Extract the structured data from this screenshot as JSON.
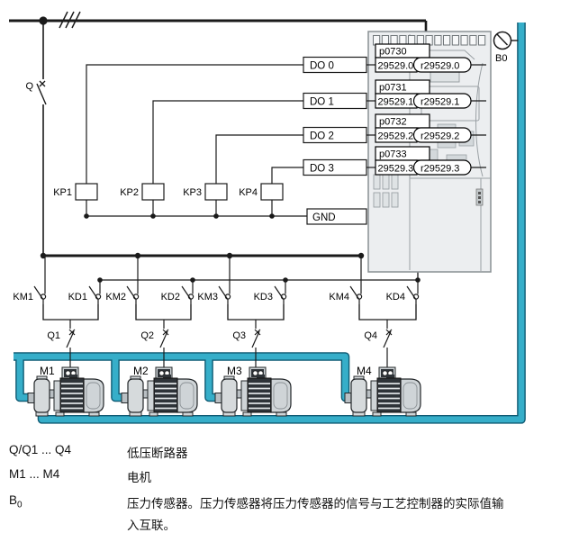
{
  "diagram": {
    "source_breaker_label": "Q",
    "relays": [
      {
        "label": "KP1"
      },
      {
        "label": "KP2"
      },
      {
        "label": "KP3"
      },
      {
        "label": "KP4"
      }
    ],
    "do_channels": [
      {
        "label": "DO 0",
        "param": "p0730",
        "value": "29529.0",
        "feedback": "r29529.0"
      },
      {
        "label": "DO 1",
        "param": "p0731",
        "value": "29529.1",
        "feedback": "r29529.1"
      },
      {
        "label": "DO 2",
        "param": "p0732",
        "value": "29529.2",
        "feedback": "r29529.2"
      },
      {
        "label": "DO 3",
        "param": "p0733",
        "value": "29529.3",
        "feedback": "r29529.3"
      }
    ],
    "gnd_label": "GND",
    "groups": [
      {
        "km": "KM1",
        "kd": "KD1",
        "breaker": "Q1",
        "motor": "M1"
      },
      {
        "km": "KM2",
        "kd": "KD2",
        "breaker": "Q2",
        "motor": "M2"
      },
      {
        "km": "KM3",
        "kd": "KD3",
        "breaker": "Q3",
        "motor": "M3"
      },
      {
        "km": "KM4",
        "kd": "KD4",
        "breaker": "Q4",
        "motor": "M4"
      }
    ],
    "sensor_label": "B0"
  },
  "legend": {
    "rows": [
      {
        "term": "Q/Q1 ... Q4",
        "definition": "低压断路器"
      },
      {
        "term": "M1 ... M4",
        "definition": "电机"
      },
      {
        "term_base": "B",
        "term_sub": "0",
        "definition_line1": "压力传感器。压力传感器将压力传感器的信号与工艺控制器的实际值输",
        "definition_line2": "入互联。"
      }
    ]
  },
  "colors": {
    "pipe": "#36aec9",
    "pipe_edge": "#0f5a73",
    "wire": "#1a1a1a",
    "device_fill": "#eceef0",
    "device_stroke": "#8a9094"
  }
}
